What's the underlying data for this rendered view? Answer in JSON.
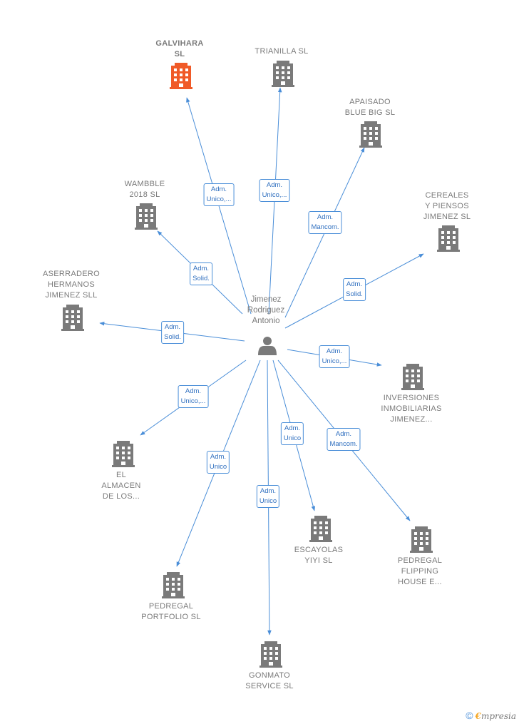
{
  "colors": {
    "edge": "#4a8ed8",
    "company": "#7a7a7a",
    "highlight": "#f05a28",
    "person": "#7a7a7a"
  },
  "person": {
    "lines": [
      "Jimenez",
      "Rodriguez",
      "Antonio"
    ],
    "icon": "person-icon"
  },
  "companies": [
    {
      "id": "galvihara",
      "lines": [
        "GALVIHARA",
        "SL"
      ],
      "highlight": true,
      "icon": "building-icon"
    },
    {
      "id": "trianilla",
      "lines": [
        "TRIANILLA  SL"
      ],
      "icon": "building-icon"
    },
    {
      "id": "apaisado",
      "lines": [
        "APAISADO",
        "BLUE BIG  SL"
      ],
      "icon": "building-icon"
    },
    {
      "id": "wambble",
      "lines": [
        "WAMBBLE",
        "2018  SL"
      ],
      "icon": "building-icon"
    },
    {
      "id": "cereales",
      "lines": [
        "CEREALES",
        "Y PIENSOS",
        "JIMENEZ  SL"
      ],
      "icon": "building-icon"
    },
    {
      "id": "aserradero",
      "lines": [
        "ASERRADERO",
        "HERMANOS",
        "JIMENEZ SLL"
      ],
      "icon": "building-icon"
    },
    {
      "id": "inversiones",
      "lines": [
        "INVERSIONES",
        "INMOBILIARIAS",
        "JIMENEZ..."
      ],
      "icon": "building-icon"
    },
    {
      "id": "almacen",
      "lines": [
        "EL",
        "ALMACEN",
        "DE LOS..."
      ],
      "icon": "building-icon"
    },
    {
      "id": "escayolas",
      "lines": [
        "ESCAYOLAS",
        "YIYI SL"
      ],
      "icon": "building-icon"
    },
    {
      "id": "flipping",
      "lines": [
        "PEDREGAL",
        "FLIPPING",
        "HOUSE E..."
      ],
      "icon": "building-icon"
    },
    {
      "id": "portfolio",
      "lines": [
        "PEDREGAL",
        "PORTFOLIO  SL"
      ],
      "icon": "building-icon"
    },
    {
      "id": "gonmato",
      "lines": [
        "GONMATO",
        "SERVICE  SL"
      ],
      "icon": "building-icon"
    }
  ],
  "edges": [
    {
      "to": "galvihara",
      "lines": [
        "Adm.",
        "Unico,..."
      ]
    },
    {
      "to": "trianilla",
      "lines": [
        "Adm.",
        "Unico,..."
      ]
    },
    {
      "to": "apaisado",
      "lines": [
        "Adm.",
        "Mancom."
      ]
    },
    {
      "to": "wambble",
      "lines": [
        "Adm.",
        "Solid."
      ]
    },
    {
      "to": "cereales",
      "lines": [
        "Adm.",
        "Solid."
      ]
    },
    {
      "to": "aserradero",
      "lines": [
        "Adm.",
        "Solid."
      ]
    },
    {
      "to": "inversiones",
      "lines": [
        "Adm.",
        "Unico,..."
      ]
    },
    {
      "to": "almacen",
      "lines": [
        "Adm.",
        "Unico,..."
      ]
    },
    {
      "to": "escayolas",
      "lines": [
        "Adm.",
        "Unico"
      ]
    },
    {
      "to": "flipping",
      "lines": [
        "Adm.",
        "Mancom."
      ]
    },
    {
      "to": "portfolio",
      "lines": [
        "Adm.",
        "Unico"
      ]
    },
    {
      "to": "gonmato",
      "lines": [
        "Adm.",
        "Unico"
      ]
    }
  ],
  "footer": {
    "copyright": "©",
    "brand_initial": "€",
    "brand_rest": "mpresia"
  }
}
